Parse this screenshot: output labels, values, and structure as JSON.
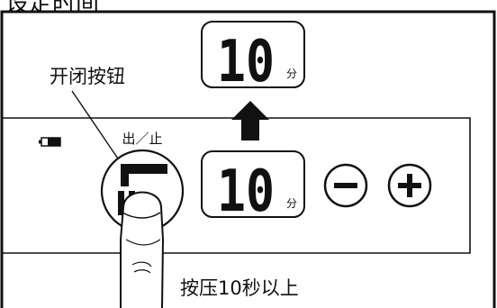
{
  "header": {
    "partial_title": "设定时间"
  },
  "callout": {
    "label": "开闭按钮"
  },
  "panel": {
    "button_label": "出／止",
    "battery_icon": "battery-icon",
    "power_button_icon": "power-stop-icon"
  },
  "displays": {
    "upper": {
      "value": "10",
      "unit": "分"
    },
    "lower": {
      "value": "10",
      "unit": "分"
    }
  },
  "controls": {
    "minus_icon": "minus-icon",
    "plus_icon": "plus-icon"
  },
  "instruction": {
    "text": "按压10秒以上"
  },
  "colors": {
    "ink": "#111111",
    "paper": "#ffffff"
  }
}
